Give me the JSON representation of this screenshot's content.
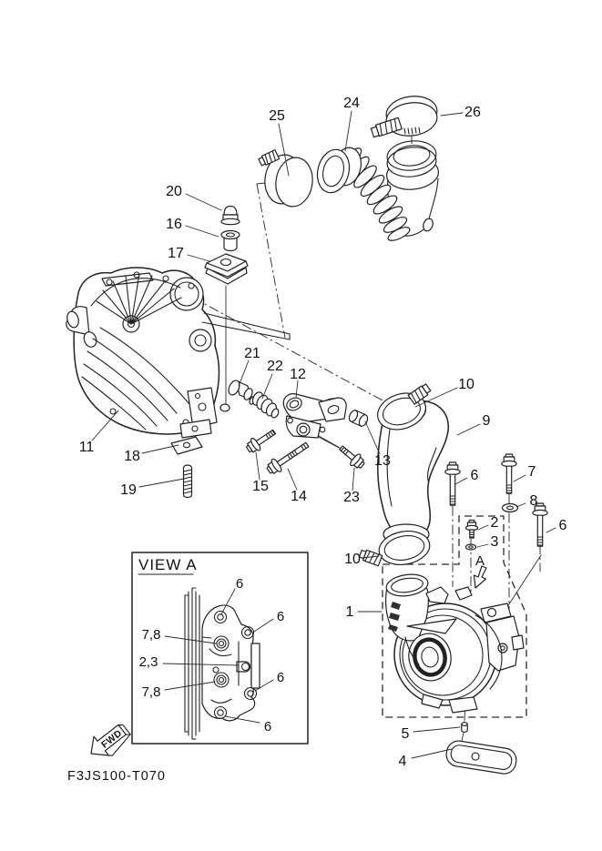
{
  "page": {
    "background": "#ffffff",
    "line_color": "#222222",
    "label_color": "#111111"
  },
  "diagram": {
    "code": "F3JS100-T070",
    "view_a_title": "VIEW A",
    "fwd_label": "FWD",
    "direction_label": "A"
  },
  "callouts": {
    "c25": "25",
    "c24": "24",
    "c26": "26",
    "c20": "20",
    "c16": "16",
    "c17": "17",
    "c21": "21",
    "c22": "22",
    "c12": "12",
    "c10_upper": "10",
    "c9": "9",
    "c13": "13",
    "c11": "11",
    "c18": "18",
    "c19": "19",
    "c15": "15",
    "c14": "14",
    "c23": "23",
    "c6_left": "6",
    "c7": "7",
    "c8": "8",
    "c2": "2",
    "c3": "3",
    "c6_right": "6",
    "c10_lower": "10",
    "c1": "1",
    "c5": "5",
    "c4": "4"
  },
  "view_a": {
    "v6_top": "6",
    "v6_right_top": "6",
    "v78_upper": "7,8",
    "v23": "2,3",
    "v78_lower": "7,8",
    "v6_right_mid": "6",
    "v6_bottom": "6"
  }
}
